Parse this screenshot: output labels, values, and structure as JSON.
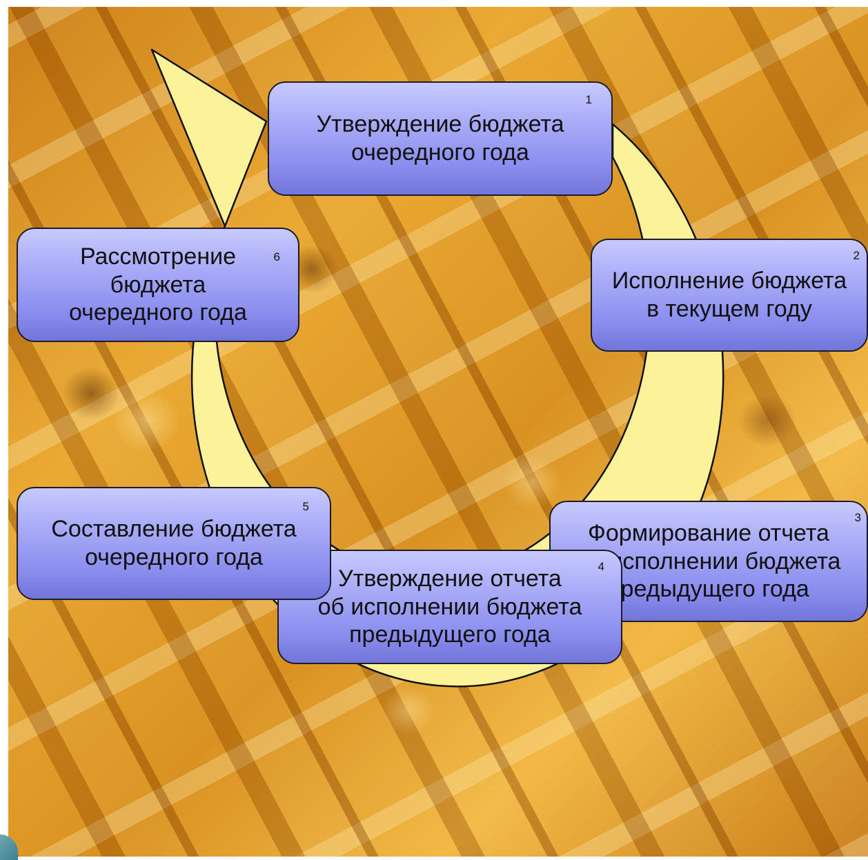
{
  "diagram": {
    "steps": [
      {
        "number": "1",
        "label": "Утверждение бюджета\nочередного года"
      },
      {
        "number": "2",
        "label": "Исполнение бюджета\nв текущем году"
      },
      {
        "number": "3",
        "label": "Формирование отчета\nоб исполнении бюджета\nпредыдущего года"
      },
      {
        "number": "4",
        "label": "Утверждение отчета\nоб исполнении бюджета\nпредыдущего года"
      },
      {
        "number": "5",
        "label": "Составление бюджета\nочередного года"
      },
      {
        "number": "6",
        "label": "Рассмотрение\nбюджета\nочередного года"
      }
    ],
    "colors": {
      "arrow_fill": "#fbf29a",
      "arrow_outline": "#111111",
      "box_fill": "#a9abf7",
      "box_outline": "#1b1b2a"
    }
  }
}
